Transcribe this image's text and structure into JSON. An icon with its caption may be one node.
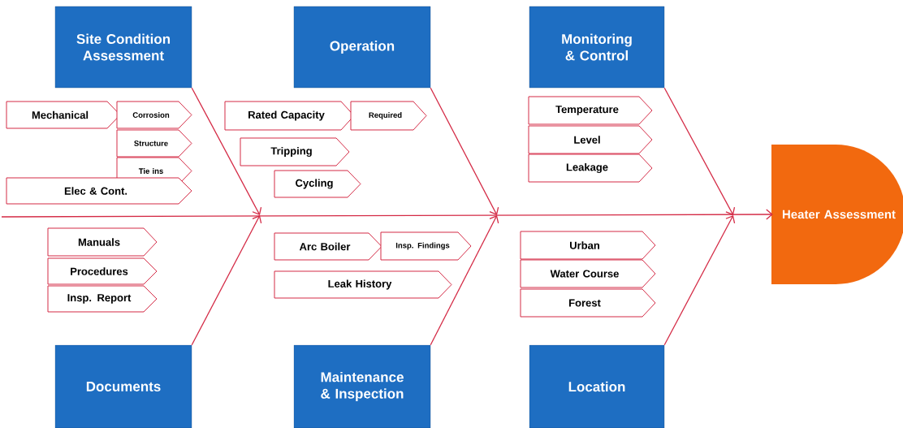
{
  "diagram": {
    "nodes": [
      {
        "text": [
          "Site Condition Assessment"
        ]
      },
      {
        "text": [
          "Operation"
        ]
      },
      {
        "text": [
          "Monitoring & Control"
        ]
      },
      {
        "text": [
          "Heater Assessment"
        ]
      },
      {
        "text": [
          "Mechanical"
        ]
      },
      {
        "text": [
          "Corrosion"
        ]
      },
      {
        "text": [
          "Structure"
        ]
      },
      {
        "text": [
          "Tie ins"
        ]
      },
      {
        "text": [
          "Elec & Cont."
        ]
      },
      {
        "text": [
          "Rated Capacity"
        ]
      },
      {
        "text": [
          "Required"
        ]
      },
      {
        "text": [
          "Tripping"
        ]
      },
      {
        "text": [
          "Cycling"
        ]
      },
      {
        "text": [
          "Temperature"
        ]
      },
      {
        "text": [
          "Level"
        ]
      },
      {
        "text": [
          "Leakage"
        ]
      },
      {
        "text": [
          "Manuals"
        ]
      },
      {
        "text": [
          "Procedures"
        ]
      },
      {
        "text": [
          "Insp. Report"
        ]
      },
      {
        "text": [
          "Arc Boiler"
        ]
      },
      {
        "text": [
          "Insp. Findings"
        ]
      },
      {
        "text": [
          "Leak History"
        ]
      },
      {
        "text": [
          "Urban"
        ]
      },
      {
        "text": [
          "Water Course"
        ]
      },
      {
        "text": [
          "Forest"
        ]
      },
      {
        "text": [
          "Documents"
        ]
      },
      {
        "text": [
          "Maintenance & Inspection"
        ]
      },
      {
        "text": [
          "Location"
        ]
      }
    ],
    "edges": [
      {
        "from": 0,
        "to": null,
        "arrow": "to"
      },
      {
        "from": 1,
        "to": null,
        "arrow": "to"
      },
      {
        "from": 2,
        "to": null,
        "arrow": "to"
      },
      {
        "from": 25,
        "to": null,
        "arrow": "to"
      },
      {
        "from": 26,
        "to": null,
        "arrow": "to"
      },
      {
        "from": 27,
        "to": null,
        "arrow": "to"
      },
      {
        "from": null,
        "to": 3,
        "arrow": "to"
      }
    ]
  }
}
